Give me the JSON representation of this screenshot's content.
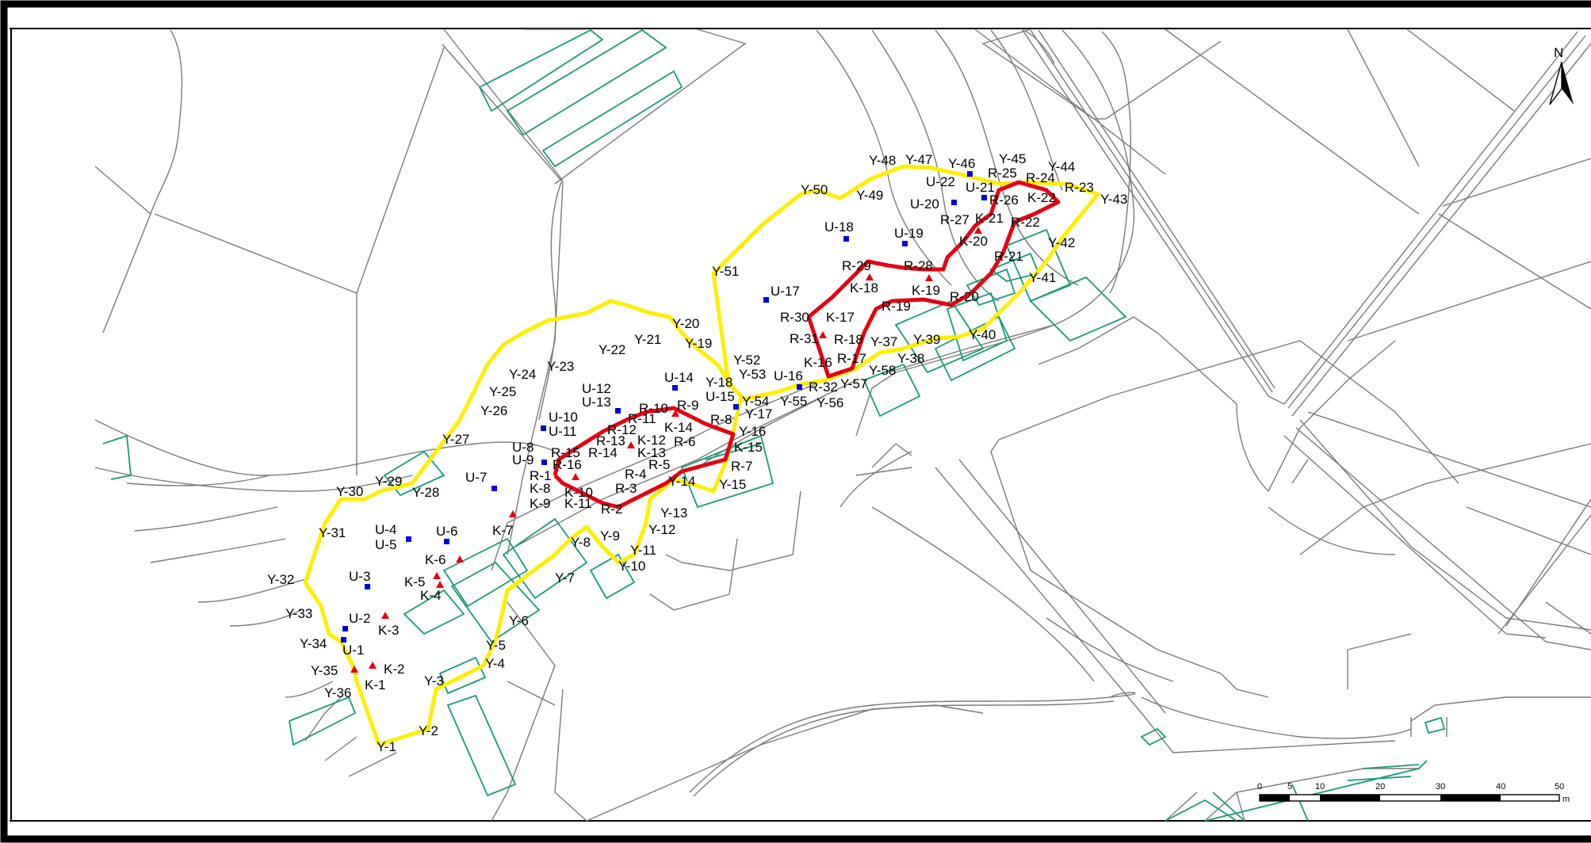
{
  "map": {
    "north_label": "N",
    "scale_labels": [
      "0",
      "5",
      "10",
      "20",
      "30",
      "40",
      "50"
    ],
    "scale_unit": "m",
    "colors": {
      "boundary_yellow": "#ffee00",
      "boundary_red": "#e60012",
      "building": "#1a9a78",
      "contour": "#7a7a7a",
      "marker_u": "#0000dd",
      "marker_k": "#e60012"
    },
    "labels_y": [
      "Y-1",
      "Y-2",
      "Y-3",
      "Y-4",
      "Y-5",
      "Y-6",
      "Y-7",
      "Y-8",
      "Y-9",
      "Y-10",
      "Y-11",
      "Y-12",
      "Y-13",
      "Y-14",
      "Y-15",
      "Y-16",
      "Y-17",
      "Y-18",
      "Y-19",
      "Y-20",
      "Y-21",
      "Y-22",
      "Y-23",
      "Y-24",
      "Y-25",
      "Y-26",
      "Y-27",
      "Y-28",
      "Y-29",
      "Y-30",
      "Y-31",
      "Y-32",
      "Y-33",
      "Y-34",
      "Y-35",
      "Y-36",
      "Y-37",
      "Y-38",
      "Y-39",
      "Y-40",
      "Y-41",
      "Y-42",
      "Y-43",
      "Y-44",
      "Y-45",
      "Y-46",
      "Y-47",
      "Y-48",
      "Y-49",
      "Y-50",
      "Y-51",
      "Y-52",
      "Y-53",
      "Y-54",
      "Y-55",
      "Y-56",
      "Y-57",
      "Y-58"
    ],
    "labels_r": [
      "R-1",
      "R-2",
      "R-3",
      "R-4",
      "R-5",
      "R-6",
      "R-7",
      "R-8",
      "R-9",
      "R-10",
      "R-11",
      "R-12",
      "R-13",
      "R-14",
      "R-15",
      "R-16",
      "R-17",
      "R-18",
      "R-19",
      "R-20",
      "R-21",
      "R-22",
      "R-23",
      "R-24",
      "R-25",
      "R-26",
      "R-27",
      "R-28",
      "R-29",
      "R-30",
      "R-31",
      "R-32"
    ],
    "labels_k": [
      "K-1",
      "K-2",
      "K-3",
      "K-4",
      "K-5",
      "K-6",
      "K-7",
      "K-8",
      "K-9",
      "K-10",
      "K-11",
      "K-12",
      "K-13",
      "K-14",
      "K-15",
      "K-16",
      "K-17",
      "K-18",
      "K-19",
      "K-20",
      "K-21",
      "K-22"
    ],
    "labels_u": [
      "U-1",
      "U-2",
      "U-3",
      "U-4",
      "U-5",
      "U-6",
      "U-7",
      "U-8",
      "U-9",
      "U-10",
      "U-11",
      "U-12",
      "U-13",
      "U-14",
      "U-15",
      "U-16",
      "U-17",
      "U-18",
      "U-19",
      "U-20",
      "U-21",
      "U-22"
    ]
  }
}
